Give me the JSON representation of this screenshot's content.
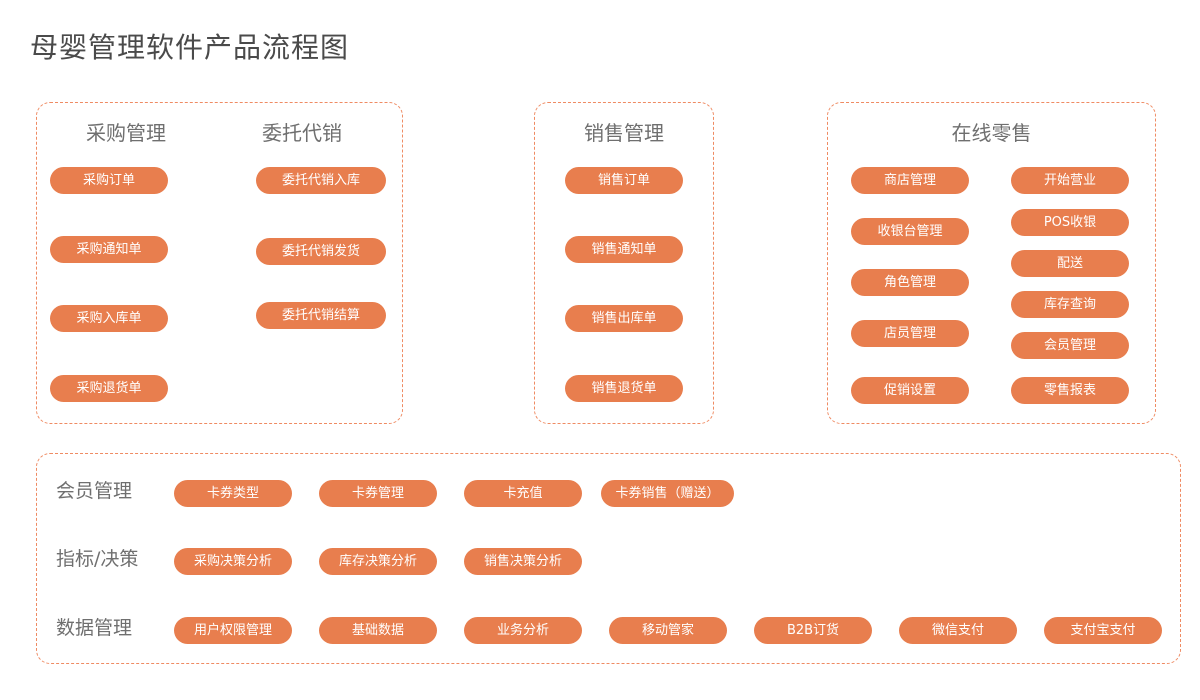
{
  "title": "母婴管理软件产品流程图",
  "theme": {
    "pill_fill": "#e87e4e",
    "pill_text": "#ffffff",
    "panel_border": "#ef8b63",
    "heading_text": "#6f6f6f",
    "title_text": "#4a4a4a",
    "page_background": "#ffffff"
  },
  "panels": [
    {
      "id": "procurement-consignment",
      "columns": [
        {
          "id": "procurement",
          "heading": "采购管理",
          "items": [
            {
              "label": "采购订单"
            },
            {
              "label": "采购通知单"
            },
            {
              "label": "采购入库单"
            },
            {
              "label": "采购退货单"
            }
          ]
        },
        {
          "id": "consignment",
          "heading": "委托代销",
          "items": [
            {
              "label": "委托代销入库"
            },
            {
              "label": "委托代销发货"
            },
            {
              "label": "委托代销结算"
            }
          ]
        }
      ]
    },
    {
      "id": "sales",
      "columns": [
        {
          "id": "sales-management",
          "heading": "销售管理",
          "items": [
            {
              "label": "销售订单"
            },
            {
              "label": "销售通知单"
            },
            {
              "label": "销售出库单"
            },
            {
              "label": "销售退货单"
            }
          ]
        }
      ]
    },
    {
      "id": "online-retail",
      "heading": "在线零售",
      "columns": [
        {
          "id": "retail-left",
          "items": [
            {
              "label": "商店管理"
            },
            {
              "label": "收银台管理"
            },
            {
              "label": "角色管理"
            },
            {
              "label": "店员管理"
            },
            {
              "label": "促销设置"
            }
          ]
        },
        {
          "id": "retail-right",
          "items": [
            {
              "label": "开始营业"
            },
            {
              "label": "POS收银"
            },
            {
              "label": "配送"
            },
            {
              "label": "库存查询"
            },
            {
              "label": "会员管理"
            },
            {
              "label": "零售报表"
            }
          ]
        }
      ]
    }
  ],
  "bottom_rows": [
    {
      "id": "member-management",
      "label": "会员管理",
      "items": [
        {
          "label": "卡券类型"
        },
        {
          "label": "卡券管理"
        },
        {
          "label": "卡充值"
        },
        {
          "label": "卡券销售（赠送）"
        }
      ]
    },
    {
      "id": "metrics-decision",
      "label": "指标/决策",
      "items": [
        {
          "label": "采购决策分析"
        },
        {
          "label": "库存决策分析"
        },
        {
          "label": "销售决策分析"
        }
      ]
    },
    {
      "id": "data-management",
      "label": "数据管理",
      "items": [
        {
          "label": "用户权限管理"
        },
        {
          "label": "基础数据"
        },
        {
          "label": "业务分析"
        },
        {
          "label": "移动管家"
        },
        {
          "label": "B2B订货"
        },
        {
          "label": "微信支付"
        },
        {
          "label": "支付宝支付"
        }
      ]
    }
  ]
}
